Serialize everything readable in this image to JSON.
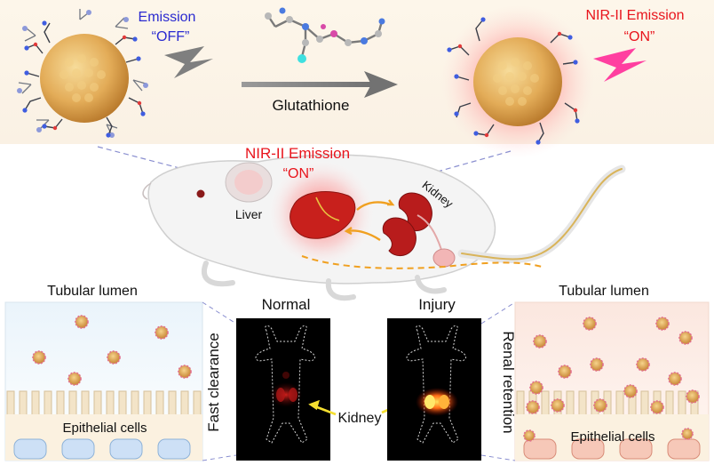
{
  "top": {
    "off_emission": "Emission",
    "off_state": "“OFF”",
    "reagent": "Glutathione",
    "on_emission": "NIR-II Emission",
    "on_state": "“ON”"
  },
  "mouse": {
    "emission": "NIR-II Emission",
    "state": "“ON”",
    "liver": "Liver",
    "kidney": "Kidney"
  },
  "bottom": {
    "left_lumen": "Tubular lumen",
    "left_cells": "Epithelial cells",
    "fast_clearance": "Fast clearance",
    "normal": "Normal",
    "kidney_label": "Kidney",
    "injury": "Injury",
    "renal_retention": "Renal retention",
    "right_lumen": "Tubular lumen",
    "right_cells": "Epithelial cells"
  },
  "colors": {
    "off_text": "#2a2ad0",
    "on_text": "#e8141c",
    "off_bolt": "#7f7f7f",
    "on_bolt": "#ff3fa0",
    "particle": "#e9b15a",
    "liver": "#c8201c",
    "kidney": "#b81c1c",
    "dash": "#f0a020"
  }
}
